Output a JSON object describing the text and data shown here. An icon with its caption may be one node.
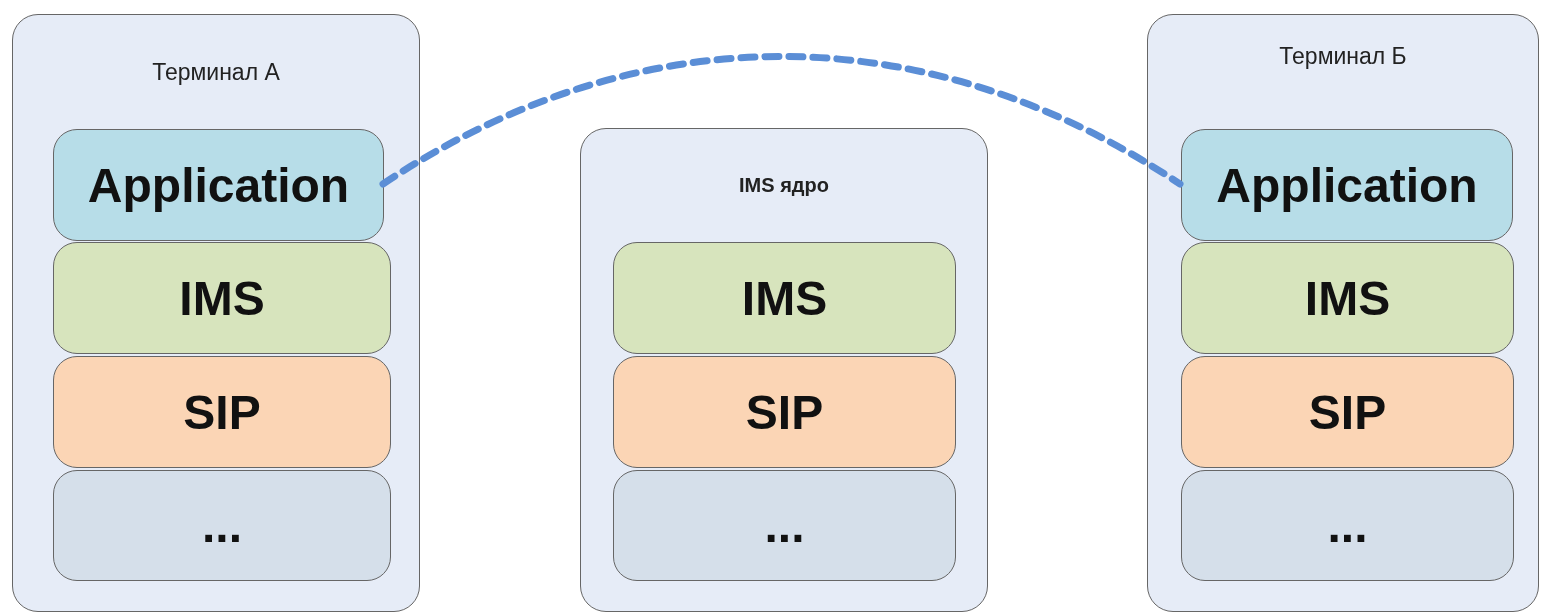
{
  "diagram": {
    "nodes": [
      {
        "text": [
          "Терминал А"
        ]
      },
      {
        "text": [
          "Application"
        ],
        "in": 0
      },
      {
        "text": [
          "IMS"
        ],
        "in": 0
      },
      {
        "text": [
          "SIP"
        ],
        "in": 0
      },
      {
        "text": [
          "..."
        ],
        "in": 0
      },
      {
        "text": [
          "IMS ядро"
        ]
      },
      {
        "text": [
          "IMS"
        ],
        "in": 5
      },
      {
        "text": [
          "SIP"
        ],
        "in": 5
      },
      {
        "text": [
          "..."
        ],
        "in": 5
      },
      {
        "text": [
          "Терминал Б"
        ]
      },
      {
        "text": [
          "Application"
        ],
        "in": 9
      },
      {
        "text": [
          "IMS"
        ],
        "in": 9
      },
      {
        "text": [
          "SIP"
        ],
        "in": 9
      },
      {
        "text": [
          "..."
        ],
        "in": 9
      }
    ],
    "edges": [
      {
        "from": 1,
        "to": 10,
        "arrow": "none",
        "style": "dashed",
        "color": "#5b8ed6"
      }
    ]
  }
}
